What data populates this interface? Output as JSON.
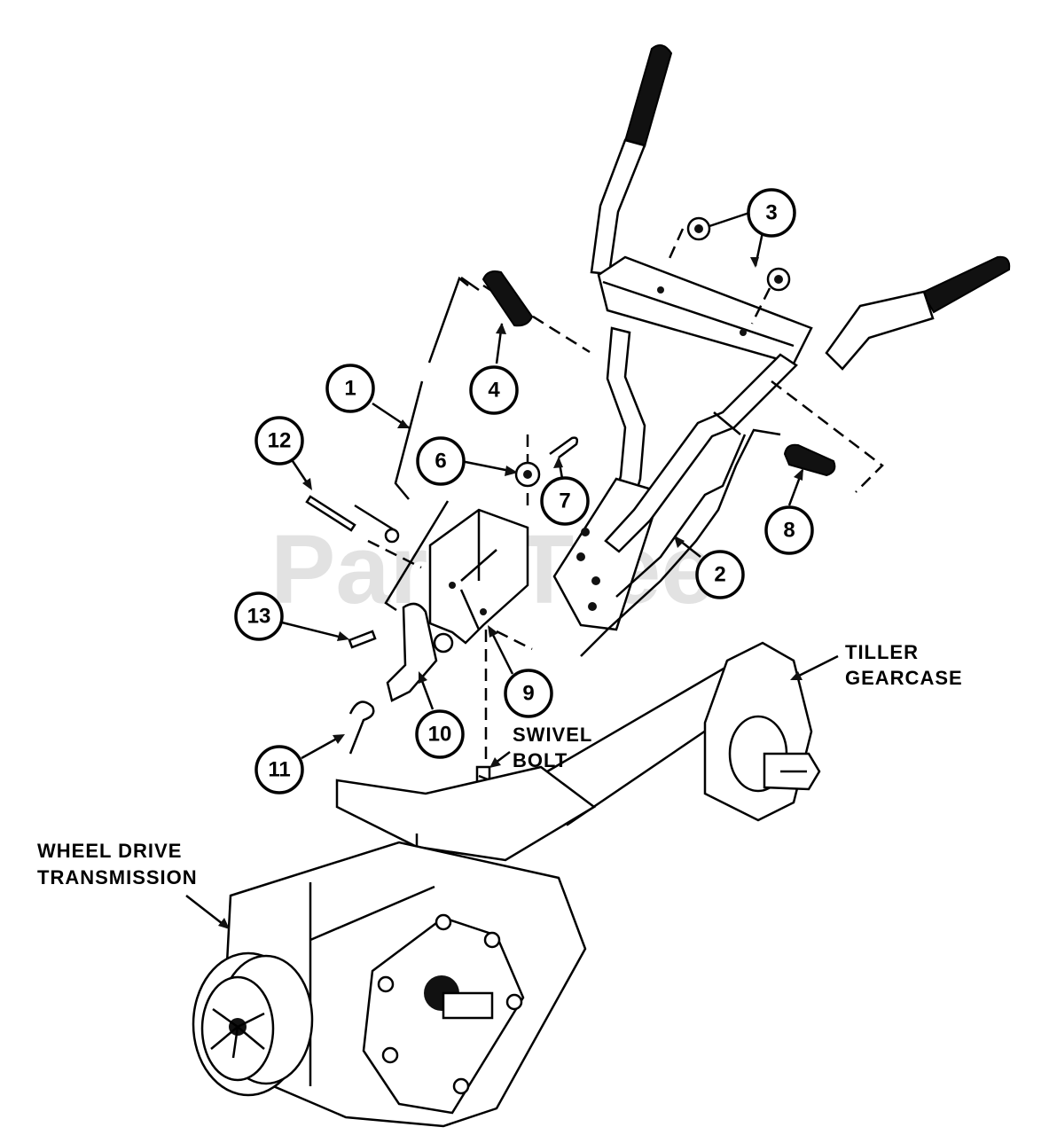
{
  "watermark": "PartsTree",
  "callouts": [
    "1",
    "2",
    "3",
    "4",
    "6",
    "7",
    "8",
    "9",
    "10",
    "11",
    "12",
    "13"
  ],
  "labels": {
    "tiller_line1": "TILLER",
    "tiller_line2": "GEARCASE",
    "swivel_line1": "SWIVEL",
    "swivel_line2": "BOLT",
    "wheel_line1": "WHEEL DRIVE",
    "wheel_line2": "TRANSMISSION"
  }
}
